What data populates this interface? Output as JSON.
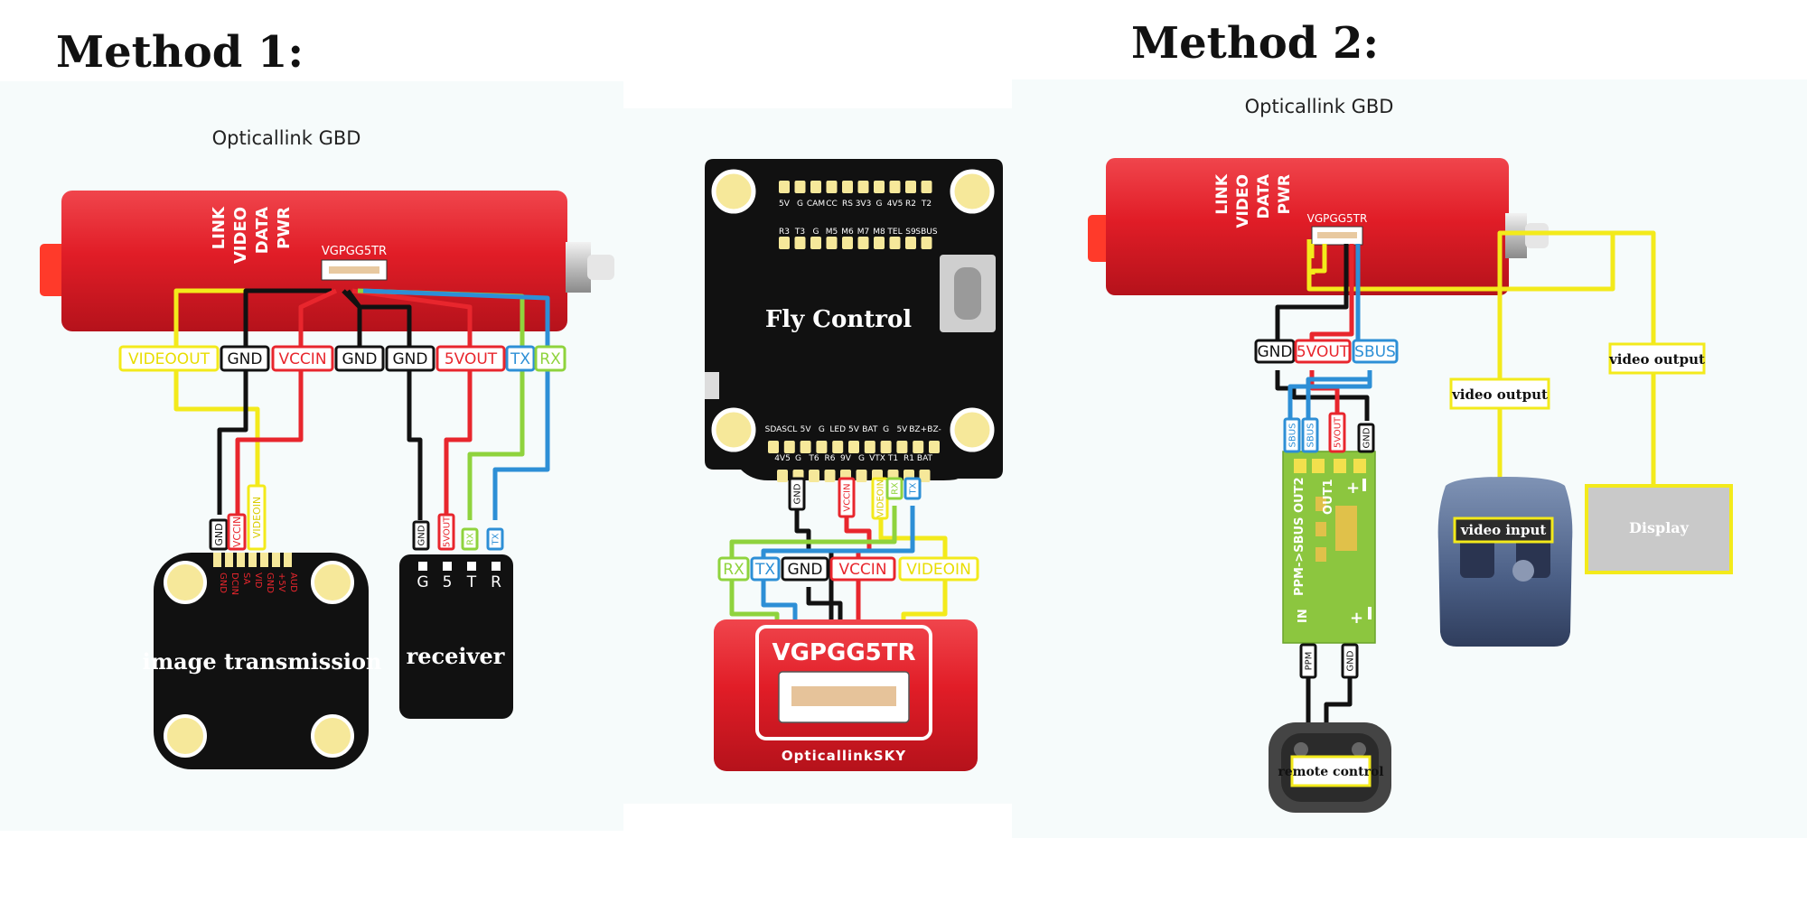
{
  "colors": {
    "red_device": "#e3202b",
    "wire_black": "#111111",
    "wire_red": "#e8262d",
    "wire_blue": "#2d8fd6",
    "wire_yellow": "#f3ea1b",
    "wire_green": "#8fd33d",
    "panel_bg": "#f5fbfb",
    "board_black": "#111111",
    "pad_gold": "#f6e89a",
    "green_board": "#8cc63f",
    "display_gray": "#c9c9c9"
  },
  "method1": {
    "title": "Method 1:",
    "device_label": "Opticallink GBD",
    "device_panel_text": [
      "LINK",
      "VIDEO",
      "DATA",
      "PWR"
    ],
    "connector_label": "VGPGG5TR",
    "pins": [
      "VIDEOOUT",
      "GND",
      "VCCIN",
      "GND",
      "GND",
      "5VOUT",
      "TX",
      "RX"
    ],
    "image_tx": {
      "label": "image transmission",
      "wire_tags": [
        "GND",
        "VCCIN",
        "VIDEOIN"
      ],
      "pad_labels": [
        "GND",
        "DCIN",
        "SA",
        "VID",
        "GND",
        "+5V",
        "AUD"
      ]
    },
    "receiver": {
      "label": "receiver",
      "wire_tags": [
        "GND",
        "5VOUT",
        "RX",
        "TX"
      ],
      "pins": [
        "G",
        "5",
        "T",
        "R"
      ]
    }
  },
  "fc": {
    "label": "Fly Control",
    "top_row1": [
      "5V",
      "G",
      "CAM",
      "CC",
      "RS",
      "3V3",
      "G",
      "4V5",
      "R2",
      "T2"
    ],
    "top_row2": [
      "R3",
      "T3",
      "G",
      "M5",
      "M6",
      "M7",
      "M8",
      "TEL",
      "S9",
      "SBUS"
    ],
    "bot_row1": [
      "SDA",
      "SCL",
      "5V",
      "G",
      "LED",
      "5V",
      "BAT",
      "G",
      "5V",
      "BZ+",
      "BZ-"
    ],
    "bot_row2": [
      "4V5",
      "G",
      "T6",
      "R6",
      "9V",
      "G",
      "VTX",
      "T1",
      "R1",
      "BAT"
    ],
    "wire_tags": [
      "GND",
      "VCCIN",
      "VIDEOIN",
      "RX",
      "TX"
    ],
    "connector_pins": [
      "RX",
      "TX",
      "GND",
      "VCCIN",
      "VIDEOIN"
    ],
    "sky_connector": "VGPGG5TR",
    "sky_label": "OpticallinkSKY"
  },
  "method2": {
    "title": "Method 2:",
    "device_label": "Opticallink GBD",
    "device_panel_text": [
      "LINK",
      "VIDEO",
      "DATA",
      "PWR"
    ],
    "connector_label": "VGPGG5TR",
    "pins": [
      "GND",
      "5VOUT",
      "SBUS"
    ],
    "converter_tags": [
      "SBUS",
      "SBUS",
      "5VOUT",
      "GND"
    ],
    "converter_text": "PPM->SBUS OUT2",
    "converter_out1": "OUT1",
    "converter_in": "IN",
    "bottom_tags": [
      "PPM",
      "GND"
    ],
    "remote_label": "remote control",
    "video_output_1": "video output",
    "video_output_2": "video output",
    "goggles_label": "video input",
    "display_label": "Display"
  }
}
